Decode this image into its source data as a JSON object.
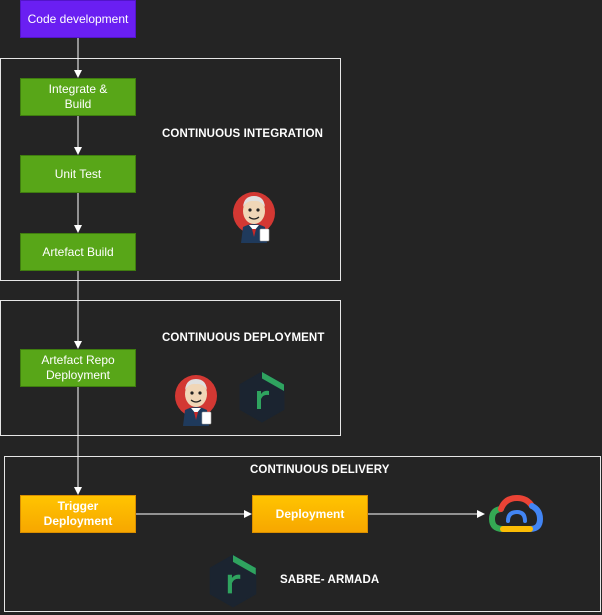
{
  "diagram": {
    "nodes": {
      "code_development": "Code development",
      "integrate_build": "Integrate &\nBuild",
      "unit_test": "Unit Test",
      "artefact_build": "Artefact Build",
      "artefact_repo_deployment": "Artefact Repo\nDeployment",
      "trigger_deployment": "Trigger\nDeployment",
      "deployment": "Deployment"
    },
    "groups": {
      "ci": "CONTINUOUS INTEGRATION",
      "cd": "CONTINUOUS DEPLOYMENT",
      "delivery": "CONTINUOUS DELIVERY"
    },
    "armada_label": "SABRE- ARMADA",
    "icons": [
      "jenkins-icon",
      "jenkins-icon",
      "rancher-icon",
      "rancher-icon",
      "google-cloud-icon"
    ],
    "colors": {
      "background": "#242424",
      "purple": "#6a1ff2",
      "green": "#58a618",
      "orange": "#ffc400",
      "rancher_green": "#2fa35f",
      "frame": "#e6e6e6"
    }
  }
}
